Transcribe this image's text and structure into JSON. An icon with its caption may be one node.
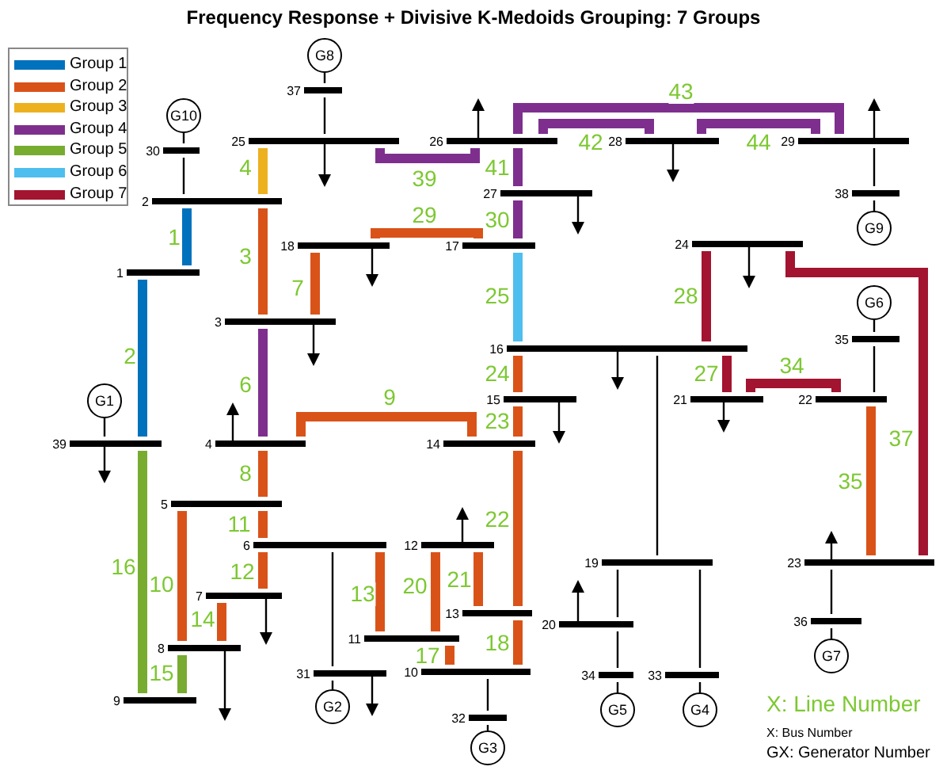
{
  "diagram": {
    "title": "Frequency Response + Divisive K-Medoids Grouping: 7 Groups",
    "nodes": [
      {
        "text": [
          "1"
        ]
      },
      {
        "text": [
          "2"
        ]
      },
      {
        "text": [
          "3"
        ]
      },
      {
        "text": [
          "4"
        ]
      },
      {
        "text": [
          "5"
        ]
      },
      {
        "text": [
          "6"
        ]
      },
      {
        "text": [
          "7"
        ]
      },
      {
        "text": [
          "8"
        ]
      },
      {
        "text": [
          "9"
        ]
      },
      {
        "text": [
          "10"
        ]
      },
      {
        "text": [
          "11"
        ]
      },
      {
        "text": [
          "12"
        ]
      },
      {
        "text": [
          "13"
        ]
      },
      {
        "text": [
          "14"
        ]
      },
      {
        "text": [
          "15"
        ]
      },
      {
        "text": [
          "16"
        ]
      },
      {
        "text": [
          "17"
        ]
      },
      {
        "text": [
          "18"
        ]
      },
      {
        "text": [
          "19"
        ]
      },
      {
        "text": [
          "20"
        ]
      },
      {
        "text": [
          "21"
        ]
      },
      {
        "text": [
          "22"
        ]
      },
      {
        "text": [
          "23"
        ]
      },
      {
        "text": [
          "24"
        ]
      },
      {
        "text": [
          "25"
        ]
      },
      {
        "text": [
          "26"
        ]
      },
      {
        "text": [
          "27"
        ]
      },
      {
        "text": [
          "28"
        ]
      },
      {
        "text": [
          "29"
        ]
      },
      {
        "text": [
          "30"
        ]
      },
      {
        "text": [
          "31"
        ]
      },
      {
        "text": [
          "32"
        ]
      },
      {
        "text": [
          "33"
        ]
      },
      {
        "text": [
          "34"
        ]
      },
      {
        "text": [
          "35"
        ]
      },
      {
        "text": [
          "36"
        ]
      },
      {
        "text": [
          "37"
        ]
      },
      {
        "text": [
          "38"
        ]
      },
      {
        "text": [
          "39"
        ]
      },
      {
        "text": [
          "G1"
        ]
      },
      {
        "text": [
          "G2"
        ]
      },
      {
        "text": [
          "G3"
        ]
      },
      {
        "text": [
          "G4"
        ]
      },
      {
        "text": [
          "G5"
        ]
      },
      {
        "text": [
          "G6"
        ]
      },
      {
        "text": [
          "G7"
        ]
      },
      {
        "text": [
          "G8"
        ]
      },
      {
        "text": [
          "G9"
        ]
      },
      {
        "text": [
          "G10"
        ]
      }
    ],
    "edges": [
      {
        "from": 0,
        "to": 1,
        "arrow": "none",
        "label": "1",
        "color": "#0072bd"
      },
      {
        "from": 0,
        "to": 38,
        "arrow": "none",
        "label": "2",
        "color": "#0072bd"
      },
      {
        "from": 1,
        "to": 2,
        "arrow": "none",
        "label": "3",
        "color": "#d95319"
      },
      {
        "from": 1,
        "to": 24,
        "arrow": "none",
        "label": "4",
        "color": "#edb120"
      },
      {
        "from": 2,
        "to": 3,
        "arrow": "none",
        "label": "6",
        "color": "#7e2f8e"
      },
      {
        "from": 2,
        "to": 17,
        "arrow": "none",
        "label": "7",
        "color": "#d95319"
      },
      {
        "from": 3,
        "to": 4,
        "arrow": "none",
        "label": "8",
        "color": "#d95319"
      },
      {
        "from": 3,
        "to": 13,
        "arrow": "none",
        "label": "9",
        "color": "#d95319"
      },
      {
        "from": 4,
        "to": 7,
        "arrow": "none",
        "label": "10",
        "color": "#d95319"
      },
      {
        "from": 4,
        "to": 5,
        "arrow": "none",
        "label": "11",
        "color": "#d95319"
      },
      {
        "from": 5,
        "to": 6,
        "arrow": "none",
        "label": "12",
        "color": "#d95319"
      },
      {
        "from": 5,
        "to": 10,
        "arrow": "none",
        "label": "13",
        "color": "#d95319"
      },
      {
        "from": 6,
        "to": 7,
        "arrow": "none",
        "label": "14",
        "color": "#d95319"
      },
      {
        "from": 7,
        "to": 8,
        "arrow": "none",
        "label": "15",
        "color": "#77ac30"
      },
      {
        "from": 8,
        "to": 38,
        "arrow": "none",
        "label": "16",
        "color": "#77ac30"
      },
      {
        "from": 9,
        "to": 10,
        "arrow": "none",
        "label": "17",
        "color": "#d95319"
      },
      {
        "from": 9,
        "to": 12,
        "arrow": "none",
        "label": "18",
        "color": "#d95319"
      },
      {
        "from": 11,
        "to": 10,
        "arrow": "none",
        "label": "20",
        "color": "#d95319"
      },
      {
        "from": 11,
        "to": 12,
        "arrow": "none",
        "label": "21",
        "color": "#d95319"
      },
      {
        "from": 12,
        "to": 13,
        "arrow": "none",
        "label": "22",
        "color": "#d95319"
      },
      {
        "from": 13,
        "to": 14,
        "arrow": "none",
        "label": "23",
        "color": "#d95319"
      },
      {
        "from": 14,
        "to": 15,
        "arrow": "none",
        "label": "24",
        "color": "#d95319"
      },
      {
        "from": 15,
        "to": 16,
        "arrow": "none",
        "label": "25",
        "color": "#4dbeee"
      },
      {
        "from": 15,
        "to": 20,
        "arrow": "none",
        "label": "27",
        "color": "#a2142f"
      },
      {
        "from": 15,
        "to": 23,
        "arrow": "none",
        "label": "28",
        "color": "#a2142f"
      },
      {
        "from": 16,
        "to": 17,
        "arrow": "none",
        "label": "29",
        "color": "#d95319"
      },
      {
        "from": 16,
        "to": 26,
        "arrow": "none",
        "label": "30",
        "color": "#7e2f8e"
      },
      {
        "from": 20,
        "to": 21,
        "arrow": "none",
        "label": "34",
        "color": "#a2142f"
      },
      {
        "from": 21,
        "to": 22,
        "arrow": "none",
        "label": "35",
        "color": "#d95319"
      },
      {
        "from": 22,
        "to": 23,
        "arrow": "none",
        "label": "37",
        "color": "#a2142f"
      },
      {
        "from": 24,
        "to": 25,
        "arrow": "none",
        "label": "39",
        "color": "#7e2f8e"
      },
      {
        "from": 25,
        "to": 26,
        "arrow": "none",
        "label": "41",
        "color": "#7e2f8e"
      },
      {
        "from": 25,
        "to": 27,
        "arrow": "none",
        "label": "42",
        "color": "#7e2f8e"
      },
      {
        "from": 25,
        "to": 28,
        "arrow": "none",
        "label": "43",
        "color": "#7e2f8e"
      },
      {
        "from": 27,
        "to": 28,
        "arrow": "none",
        "label": "44",
        "color": "#7e2f8e"
      },
      {
        "from": 48,
        "to": 29,
        "arrow": "none"
      },
      {
        "from": 29,
        "to": 1,
        "arrow": "none"
      },
      {
        "from": 46,
        "to": 36,
        "arrow": "none"
      },
      {
        "from": 36,
        "to": 24,
        "arrow": "none"
      },
      {
        "from": 47,
        "to": 37,
        "arrow": "none"
      },
      {
        "from": 37,
        "to": 28,
        "arrow": "none"
      },
      {
        "from": 44,
        "to": 34,
        "arrow": "none"
      },
      {
        "from": 34,
        "to": 21,
        "arrow": "none"
      },
      {
        "from": 45,
        "to": 35,
        "arrow": "none"
      },
      {
        "from": 35,
        "to": 22,
        "arrow": "none"
      },
      {
        "from": 39,
        "to": 38,
        "arrow": "none"
      },
      {
        "from": 5,
        "to": 30,
        "arrow": "none"
      },
      {
        "from": 30,
        "to": 40,
        "arrow": "none"
      },
      {
        "from": 9,
        "to": 31,
        "arrow": "none"
      },
      {
        "from": 31,
        "to": 41,
        "arrow": "none"
      },
      {
        "from": 15,
        "to": 18,
        "arrow": "none"
      },
      {
        "from": 18,
        "to": 19,
        "arrow": "none"
      },
      {
        "from": 19,
        "to": 33,
        "arrow": "none"
      },
      {
        "from": 33,
        "to": 43,
        "arrow": "none"
      },
      {
        "from": 18,
        "to": 32,
        "arrow": "none"
      },
      {
        "from": 32,
        "to": 42,
        "arrow": "none"
      }
    ],
    "labels": [
      "X: Line Number",
      "X: Bus Number",
      "GX: Generator Number"
    ],
    "legend": [
      {
        "text": "Group 1",
        "color": "#0072bd"
      },
      {
        "text": "Group 2",
        "color": "#d95319"
      },
      {
        "text": "Group 3",
        "color": "#edb120"
      },
      {
        "text": "Group 4",
        "color": "#7e2f8e"
      },
      {
        "text": "Group 5",
        "color": "#77ac30"
      },
      {
        "text": "Group 6",
        "color": "#4dbeee"
      },
      {
        "text": "Group 7",
        "color": "#a2142f"
      }
    ]
  }
}
